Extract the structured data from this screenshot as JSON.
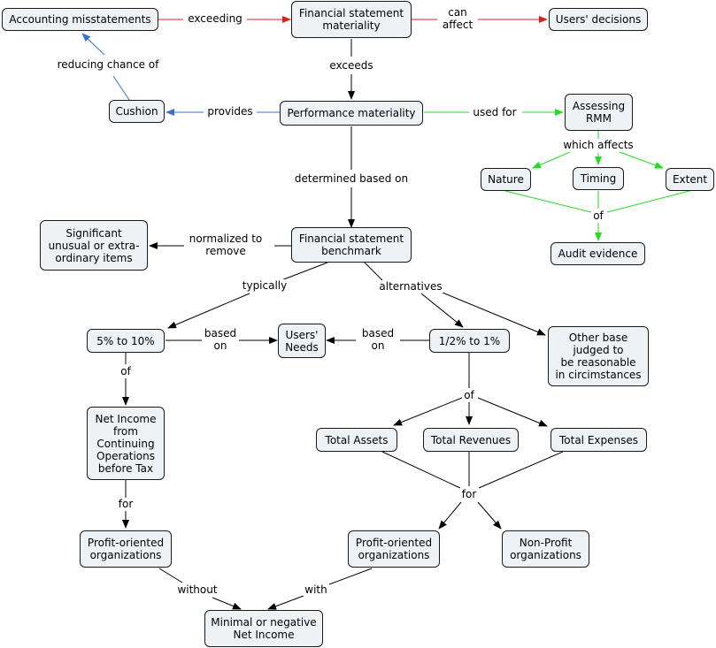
{
  "colors": {
    "black": "#000000",
    "red": "#e02020",
    "blue": "#3a6fd8",
    "green": "#22dd22"
  },
  "nodes": {
    "accounting_misstatements": "Accounting misstatements",
    "fs_materiality": "Financial statement\nmateriality",
    "users_decisions": "Users' decisions",
    "cushion": "Cushion",
    "performance_materiality": "Performance materiality",
    "assessing_rmm": "Assessing\nRMM",
    "nature": "Nature",
    "timing": "Timing",
    "extent": "Extent",
    "audit_evidence": "Audit evidence",
    "significant_items": "Significant\nunusual or extra-\nordinary items",
    "fs_benchmark": "Financial statement\nbenchmark",
    "pct_5_10": "5% to 10%",
    "users_needs": "Users'\nNeeds",
    "pct_half_1": "1/2% to 1%",
    "other_base": "Other base\njudged to\nbe reasonable\nin circimstances",
    "net_income": "Net Income\nfrom\nContinuing\nOperations\nbefore Tax",
    "total_assets": "Total Assets",
    "total_revenues": "Total Revenues",
    "total_expenses": "Total Expenses",
    "profit_org_left": "Profit-oriented\norganizations",
    "profit_org_right": "Profit-oriented\norganizations",
    "non_profit": "Non-Profit\norganizations",
    "minimal_negative": "Minimal or negative\nNet Income"
  },
  "labels": {
    "exceeding": "exceeding",
    "can_affect": "can\naffect",
    "exceeds": "exceeds",
    "reducing_chance": "reducing chance of",
    "provides": "provides",
    "used_for": "used for",
    "which_affects": "which affects",
    "of_rmm": "of",
    "determined": "determined based on",
    "normalized": "normalized to\nremove",
    "typically": "typically",
    "alternatives": "alternatives",
    "based_on_left": "based\non",
    "based_on_right": "based\non",
    "of_left": "of",
    "of_right": "of",
    "for_left": "for",
    "for_right": "for",
    "without": "without",
    "with": "with"
  }
}
